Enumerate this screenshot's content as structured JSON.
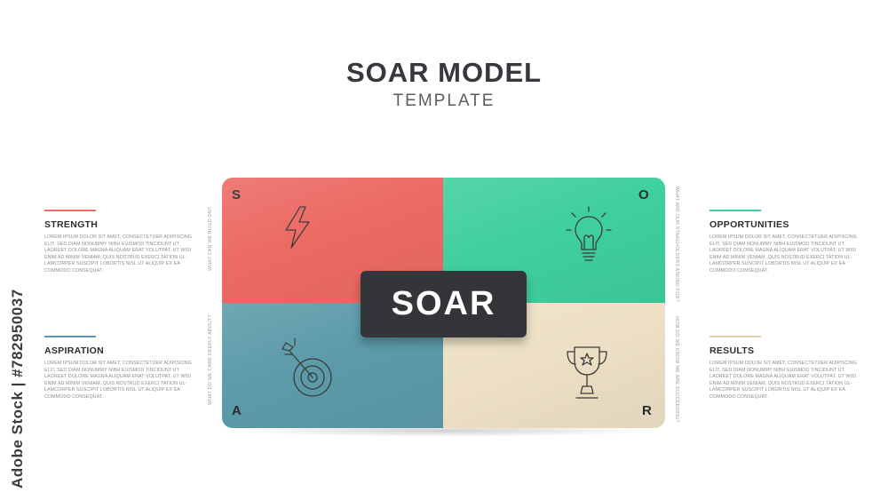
{
  "title": "SOAR MODEL",
  "subtitle": "TEMPLATE",
  "center_label": "SOAR",
  "colors": {
    "strength": "#ec6a64",
    "opportunities": "#3fcf9f",
    "aspiration": "#5c9ba9",
    "results": "#ede0c4",
    "center": "#333538"
  },
  "quadrants": {
    "s": {
      "letter": "S",
      "icon": "lightning-bolt-icon"
    },
    "o": {
      "letter": "O",
      "icon": "light-bulb-icon"
    },
    "a": {
      "letter": "A",
      "icon": "target-dart-icon"
    },
    "r": {
      "letter": "R",
      "icon": "trophy-icon"
    }
  },
  "captions": {
    "s": "WHAT CAN WE BUILD ON?",
    "a": "WHAT DO WE CARE DEEPLY ABOUT?",
    "o": "WHAT ARE OUR STAKEHOLDERS ASKING FOR?",
    "r": "HOW DO WE KNOW WE ARE SUCCEEDING?"
  },
  "blocks": {
    "strength": {
      "heading": "STRENGTH",
      "body": "LOREM IPSUM DOLOR SIT AMET, CONSECTETUER ADIPISCING ELIT, SED DIAM NONUMMY NIBH EUISMOD TINCIDUNT UT LAOREET DOLORE MAGNA ALIQUAM ERAT VOLUTPAT. UT WISI ENIM AD MINIM VENIAM, QUIS NOSTRUD EXERCI TATION UL-LAMCORPER SUSCIPIT LOBORTIS NISL UT ALIQUIP EX EA COMMODO CONSEQUAT."
    },
    "aspiration": {
      "heading": "ASPIRATION",
      "body": "LOREM IPSUM DOLOR SIT AMET, CONSECTETUER ADIPISCING ELIT, SED DIAM NONUMMY NIBH EUISMOD TINCIDUNT UT LAOREET DOLORE MAGNA ALIQUAM ERAT VOLUTPAT. UT WISI ENIM AD MINIM VENIAM, QUIS NOSTRUD EXERCI TATION UL-LAMCORPER SUSCIPIT LOBORTIS NISL UT ALIQUIP EX EA COMMODO CONSEQUAT."
    },
    "opportunities": {
      "heading": "OPPORTUNITIES",
      "body": "LOREM IPSUM DOLOR SIT AMET, CONSECTETUER ADIPISCING ELIT, SED DIAM NONUMMY NIBH EUISMOD TINCIDUNT UT LAOREET DOLORE MAGNA ALIQUAM ERAT VOLUTPAT. UT WISI ENIM AD MINIM VENIAM, QUIS NOSTRUD EXERCI TATION UL-LAMCORPER SUSCIPIT LOBORTIS NISL UT ALIQUIP EX EA COMMODO CONSEQUAT."
    },
    "results": {
      "heading": "RESULTS",
      "body": "LOREM IPSUM DOLOR SIT AMET, CONSECTETUER ADIPISCING ELIT, SED DIAM NONUMMY NIBH EUISMOD TINCIDUNT UT LAOREET DOLORE MAGNA ALIQUAM ERAT VOLUTPAT. UT WISI ENIM AD MINIM VENIAM, QUIS NOSTRUD EXERCI TATION UL-LAMCORPER SUSCIPIT LOBORTIS NISL UT ALIQUIP EX EA COMMODO CONSEQUAT."
    }
  },
  "watermark": "Adobe Stock | #782950037"
}
